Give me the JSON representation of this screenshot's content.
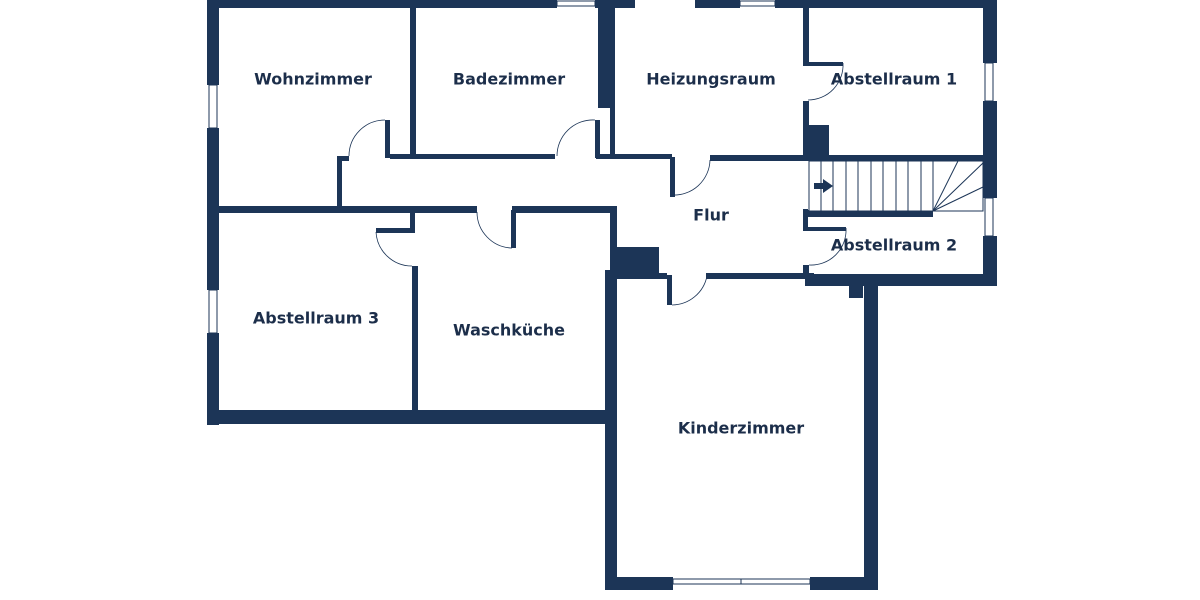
{
  "floorplan": {
    "wall_color": "#1c3557",
    "label_color": "#1c2e4a",
    "background": "#ffffff",
    "rooms": [
      {
        "id": "wohnzimmer",
        "label": "Wohnzimmer"
      },
      {
        "id": "badezimmer",
        "label": "Badezimmer"
      },
      {
        "id": "heizungsraum",
        "label": "Heizungsraum"
      },
      {
        "id": "abstellraum1",
        "label": "Abstellraum 1"
      },
      {
        "id": "flur",
        "label": "Flur"
      },
      {
        "id": "abstellraum2",
        "label": "Abstellraum 2"
      },
      {
        "id": "abstellraum3",
        "label": "Abstellraum 3"
      },
      {
        "id": "waschkueche",
        "label": "Waschküche"
      },
      {
        "id": "kinderzimmer",
        "label": "Kinderzimmer"
      }
    ],
    "stair_direction_icon": "arrow-right-icon"
  }
}
